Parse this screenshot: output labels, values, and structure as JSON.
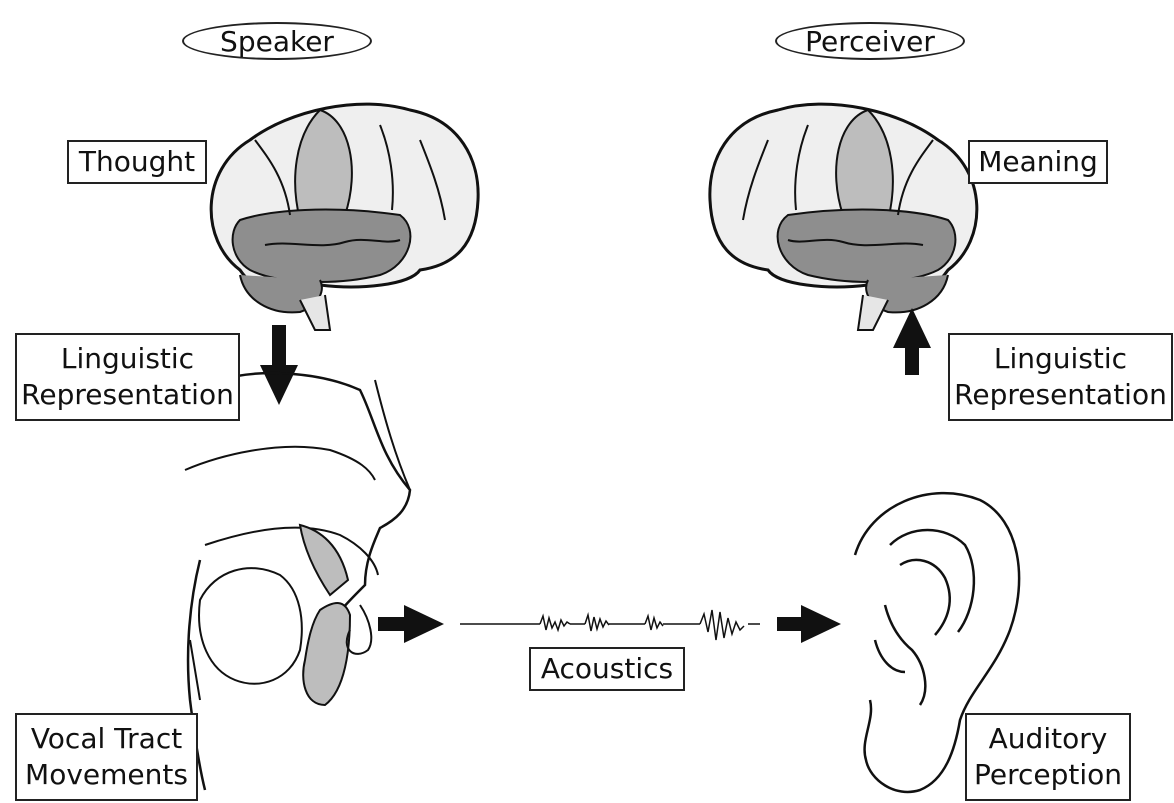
{
  "speaker": {
    "title": "Speaker",
    "top_label": "Thought",
    "mid_label": "Linguistic\nRepresentation",
    "bottom_label": "Vocal Tract\nMovements"
  },
  "perceiver": {
    "title": "Perceiver",
    "top_label": "Meaning",
    "mid_label": "Linguistic\nRepresentation",
    "bottom_label": "Auditory\nPerception"
  },
  "center": {
    "label": "Acoustics"
  },
  "colors": {
    "line": "#111111",
    "light_gray": "#e6e6e6",
    "mid_gray": "#b9b9b9",
    "dark_gray": "#8a8a8a"
  }
}
